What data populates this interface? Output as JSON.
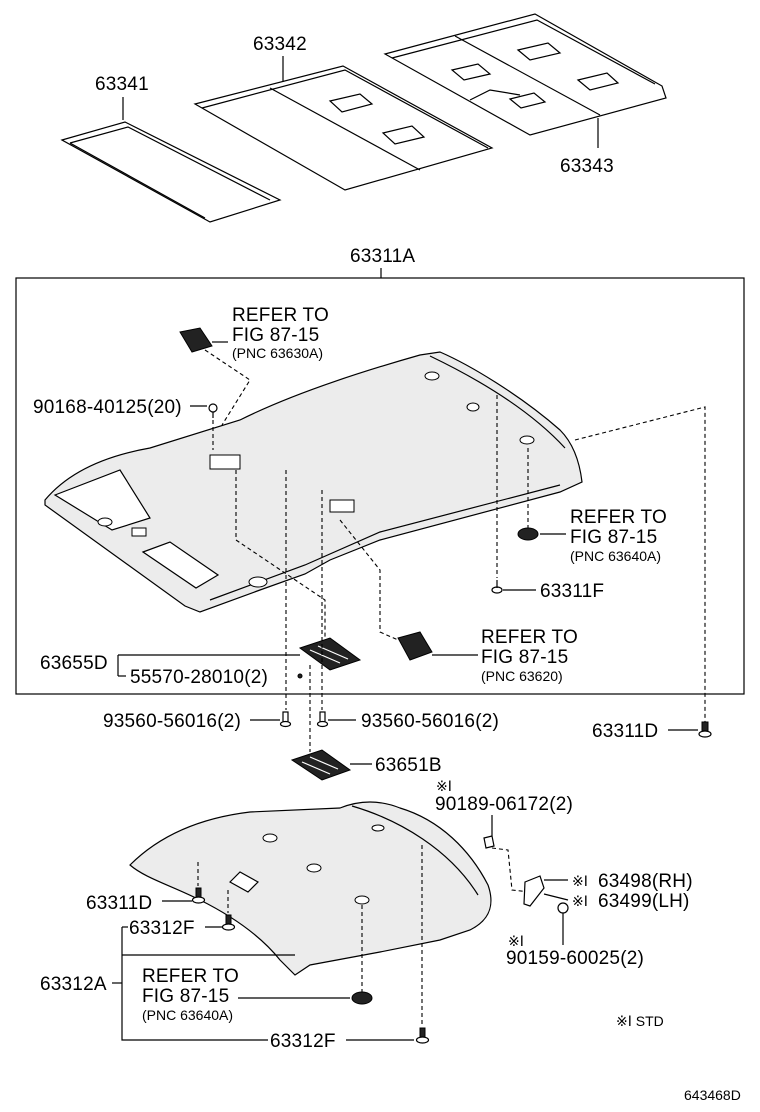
{
  "labels": {
    "p63341": "63341",
    "p63342": "63342",
    "p63343": "63343",
    "p63311A": "63311A",
    "refer1_a": "REFER TO",
    "refer1_b": "FIG 87-15",
    "refer1_c": "(PNC 63630A)",
    "p90168": "90168-40125(20)",
    "refer2_a": "REFER TO",
    "refer2_b": "FIG 87-15",
    "refer2_c": "(PNC 63640A)",
    "p63311F": "63311F",
    "refer3_a": "REFER TO",
    "refer3_b": "FIG 87-15",
    "refer3_c": "(PNC 63620)",
    "p63655D": "63655D",
    "p55570": "55570-28010(2)",
    "p93560_l": "93560-56016(2)",
    "p93560_r": "93560-56016(2)",
    "p63311D_r": "63311D",
    "p63651B": "63651B",
    "mark_90189": "※Ⅰ",
    "p90189": "90189-06172(2)",
    "mark_63498": "※Ⅰ",
    "p63498": "63498(RH)",
    "mark_63499": "※Ⅰ",
    "p63499": "63499(LH)",
    "mark_90159": "※Ⅰ",
    "p90159": "90159-60025(2)",
    "p63311D_l": "63311D",
    "p63312F_top": "63312F",
    "p63312A": "63312A",
    "refer4_a": "REFER TO",
    "refer4_b": "FIG 87-15",
    "refer4_c": "(PNC 63640A)",
    "p63312F_bot": "63312F",
    "std_note": "※Ⅰ STD",
    "fig_code": "643468D"
  }
}
